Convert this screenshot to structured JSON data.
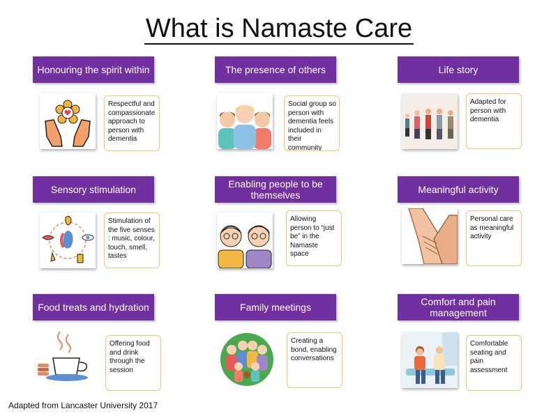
{
  "title": "What is Namaste Care",
  "footer": "Adapted from Lancaster University 2017",
  "colors": {
    "header_bg": "#7030a0",
    "desc_border": "#f2c46d"
  },
  "cards": [
    {
      "heading": "Honouring the spirit within",
      "text": "Respectful and compassionate approach to person with dementia",
      "icon": "hands-heart-icon"
    },
    {
      "heading": "The presence of others",
      "text": "Social group so person with dementia feels included in their community",
      "icon": "group-people-icon"
    },
    {
      "heading": "Life story",
      "text": "Adapted for person with dementia",
      "icon": "aging-people-icon"
    },
    {
      "heading": "Sensory stimulation",
      "text": "Stimulation of the five senses : music, colour, touch, smell, tastes",
      "icon": "five-senses-icon"
    },
    {
      "heading": "Enabling people to be themselves",
      "text": "Allowing person to “just be” in the Namaste space",
      "icon": "elderly-couple-icon"
    },
    {
      "heading": "Meaningful activity",
      "text": "Personal care as meaningful activity",
      "icon": "holding-hands-icon"
    },
    {
      "heading": "Food treats and hydration",
      "text": "Offering food and drink through the session",
      "icon": "tea-cup-icon"
    },
    {
      "heading": "Family meetings",
      "text": "Creating a bond, enabling conversations",
      "icon": "family-icon"
    },
    {
      "heading": "Comfort and pain management",
      "text": "Comfortable seating and pain assessment",
      "icon": "caregiver-seating-icon"
    }
  ]
}
